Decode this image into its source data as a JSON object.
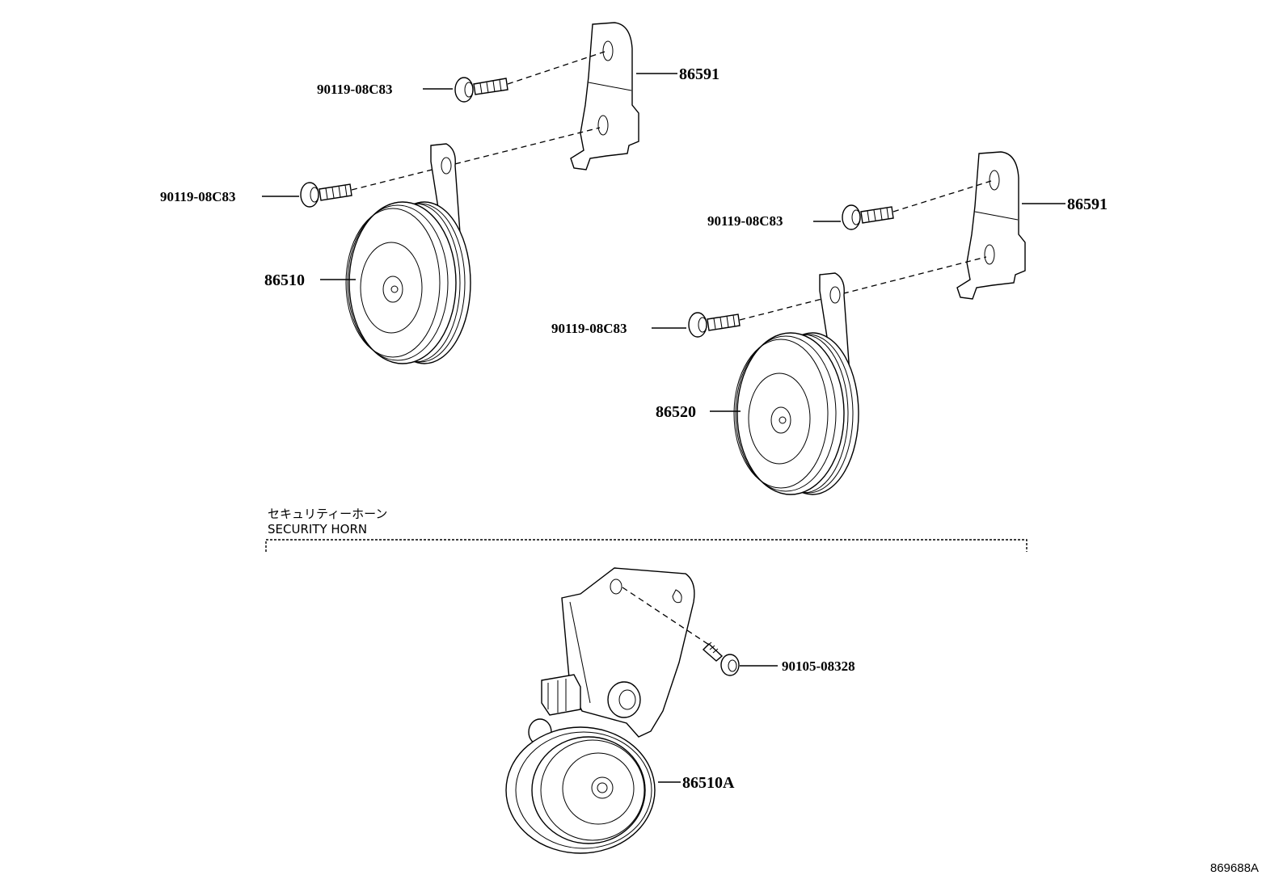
{
  "diagram": {
    "labels": {
      "bolt_1": "90119-08C83",
      "bracket_1": "86591",
      "bolt_2": "90119-08C83",
      "horn_low": "86510",
      "bolt_3": "90119-08C83",
      "bracket_2": "86591",
      "bolt_4": "90119-08C83",
      "horn_high": "86520",
      "security_bolt": "90105-08328",
      "security_horn": "86510A"
    },
    "section": {
      "title_ja": "セキュリティーホーン",
      "title_en": "SECURITY HORN"
    },
    "reference_code": "869688A"
  }
}
